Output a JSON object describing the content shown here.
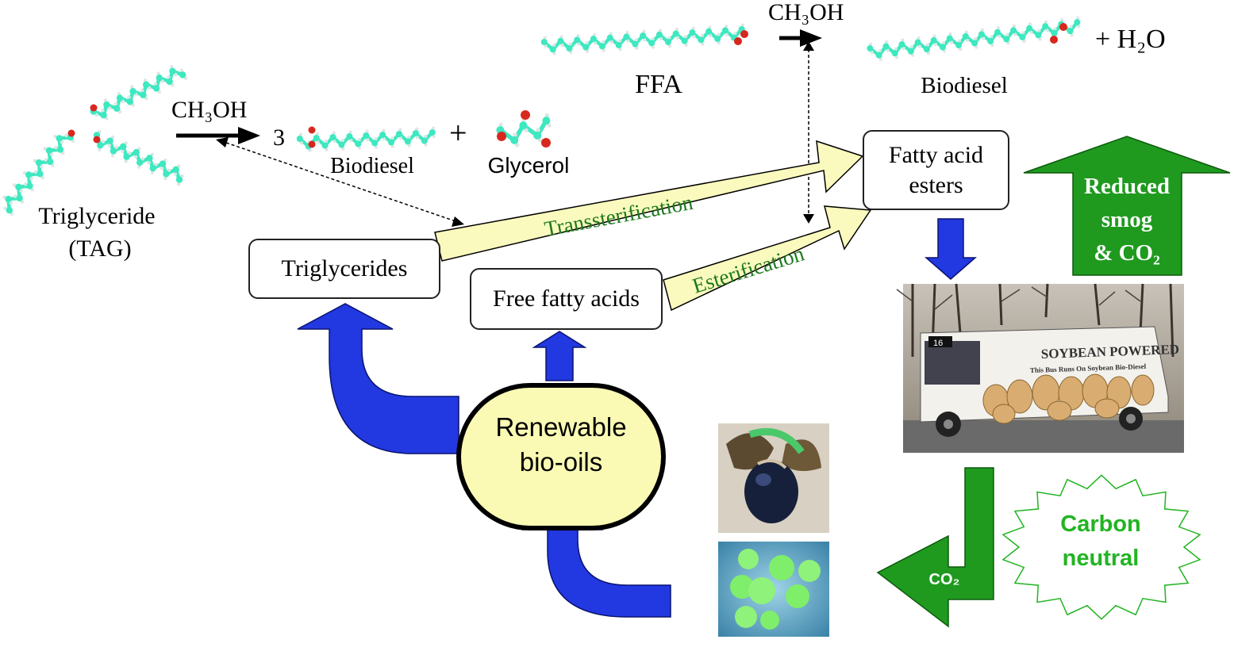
{
  "tag": {
    "line1": "Triglyceride",
    "line2": "(TAG)"
  },
  "reaction1": {
    "reagent": "CH₃OH",
    "coefficient": "3",
    "plus": "+",
    "product1": "Biodiesel",
    "product2": "Glycerol"
  },
  "reaction2": {
    "reagent": "CH₃OH",
    "reactant": "FFA",
    "product": "Biodiesel",
    "byproduct": "+ H₂O"
  },
  "boxes": {
    "triglycerides": "Triglycerides",
    "free_fatty_acids": "Free fatty acids",
    "esters_line1": "Fatty acid",
    "esters_line2": "esters",
    "renewable_line1": "Renewable",
    "renewable_line2": "bio-oils"
  },
  "process_labels": {
    "transesterification": "Transsterification",
    "esterification": "Esterification"
  },
  "green": {
    "reduced_line1": "Reduced",
    "reduced_line2": "smog",
    "reduced_line3": "& CO₂",
    "co2": "CO₂",
    "carbon_line1": "Carbon",
    "carbon_line2": "neutral"
  },
  "bus": {
    "route": "16",
    "sign_line1": "SOYBEAN POWERED",
    "sign_line2": "This Bus Runs On Soybean Bio-Diesel"
  },
  "colors": {
    "blue_arrow": "#2238e0",
    "green_arrow": "#1f9a1f",
    "process_arrow": "#fafabe",
    "process_text": "#1c7a1c",
    "molecule_carbon": "#3ee8c0",
    "molecule_oxygen": "#d8281e",
    "oval_fill": "#fafab4"
  }
}
